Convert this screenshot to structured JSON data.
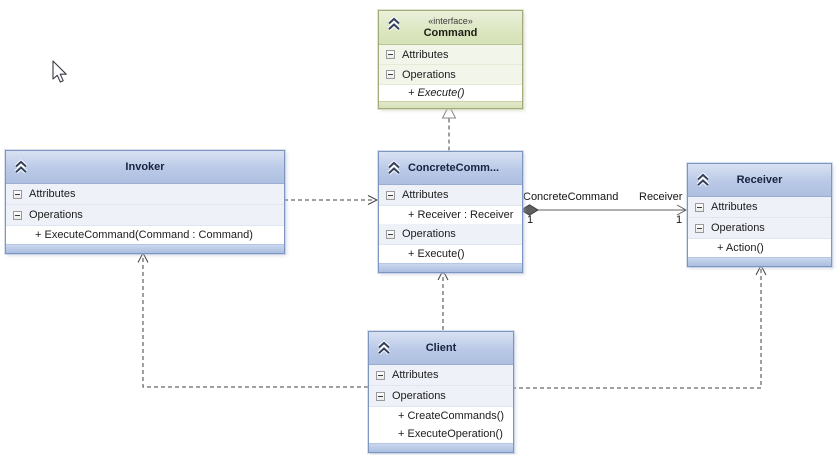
{
  "diagram": {
    "type": "uml-class-diagram",
    "pattern_name": "Command",
    "classes": [
      {
        "id": "command",
        "stereotype": "«interface»",
        "name": "Command",
        "attributes_label": "Attributes",
        "operations_label": "Operations",
        "attributes": [],
        "operations": [
          "+ Execute()"
        ]
      },
      {
        "id": "invoker",
        "name": "Invoker",
        "attributes_label": "Attributes",
        "operations_label": "Operations",
        "attributes": [],
        "operations": [
          "+ ExecuteCommand(Command : Command)"
        ]
      },
      {
        "id": "concrete-command",
        "name": "ConcreteComm...",
        "attributes_label": "Attributes",
        "operations_label": "Operations",
        "attributes": [
          "+ Receiver : Receiver"
        ],
        "operations": [
          "+ Execute()"
        ]
      },
      {
        "id": "receiver",
        "name": "Receiver",
        "attributes_label": "Attributes",
        "operations_label": "Operations",
        "attributes": [],
        "operations": [
          "+ Action()"
        ]
      },
      {
        "id": "client",
        "name": "Client",
        "attributes_label": "Attributes",
        "operations_label": "Operations",
        "attributes": [],
        "operations": [
          "+ CreateCommands()",
          "+ ExecuteOperation()"
        ]
      }
    ],
    "association": {
      "source_role": "ConcreteCommand",
      "target_role": "Receiver",
      "source_multiplicity": "1",
      "target_multiplicity": "1"
    },
    "icons": {
      "collapse": "chevron-double-up-icon",
      "section_toggle": "minus-box-icon"
    },
    "colors": {
      "class_header_blue": "#bac9e7",
      "interface_header_green": "#dde7c3",
      "class_border_blue": "#7d95c1",
      "interface_border_green": "#a3ab79",
      "section_row_blue": "#eef1f8",
      "section_row_green": "#f2f5ea",
      "connector": "#404040",
      "association_line": "#606060",
      "diamond_fill": "#606060"
    }
  }
}
